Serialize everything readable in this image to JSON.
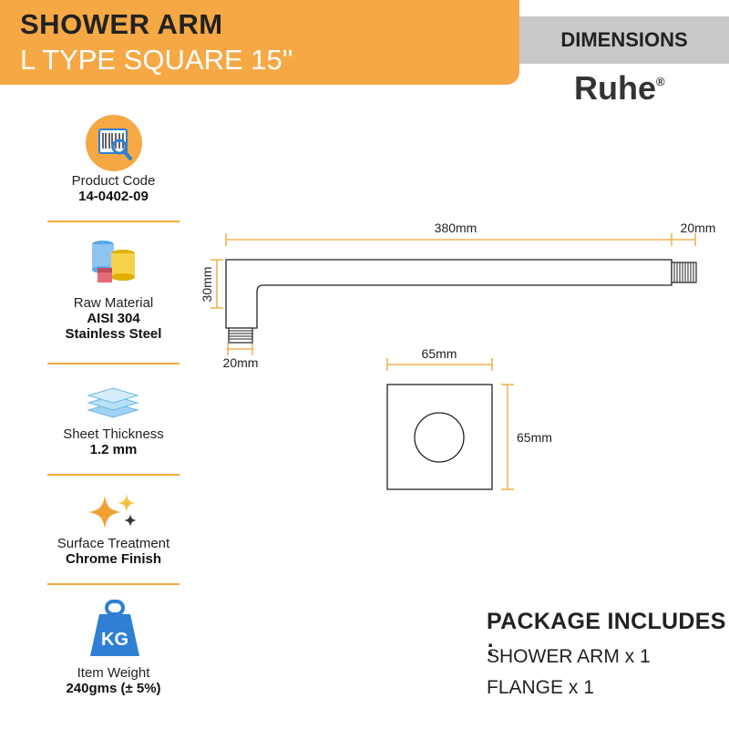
{
  "header": {
    "title": "SHOWER ARM",
    "subtitle": "L TYPE SQUARE 15''",
    "section_tab": "DIMENSIONS",
    "brand": "Ruhe",
    "brand_mark": "®"
  },
  "specs": [
    {
      "label": "Product Code",
      "value": "14-0402-09",
      "icon": "barcode-icon"
    },
    {
      "label": "Raw Material",
      "value": "AISI 304",
      "value2": "Stainless Steel",
      "icon": "material-cans-icon"
    },
    {
      "label": "Sheet Thickness",
      "value": "1.2 mm",
      "icon": "sheet-layers-icon"
    },
    {
      "label": "Surface Treatment",
      "value": "Chrome Finish",
      "icon": "sparkle-icon"
    },
    {
      "label": "Item Weight",
      "value": "240gms (± 5%)",
      "icon": "weight-kg-icon",
      "icon_text": "KG"
    }
  ],
  "dimensions": {
    "arm_length": "380mm",
    "thread_length": "20mm",
    "arm_height": "30mm",
    "drop_thread": "20mm",
    "flange_width": "65mm",
    "flange_height": "65mm"
  },
  "package": {
    "title": "PACKAGE INCLUDES :",
    "items": [
      "SHOWER ARM x 1",
      "FLANGE x 1"
    ]
  },
  "colors": {
    "accent": "#f6a845",
    "dimension_line": "#f0a030",
    "tab_gray": "#c8c8c8",
    "icon_blue": "#2f7fd4"
  }
}
